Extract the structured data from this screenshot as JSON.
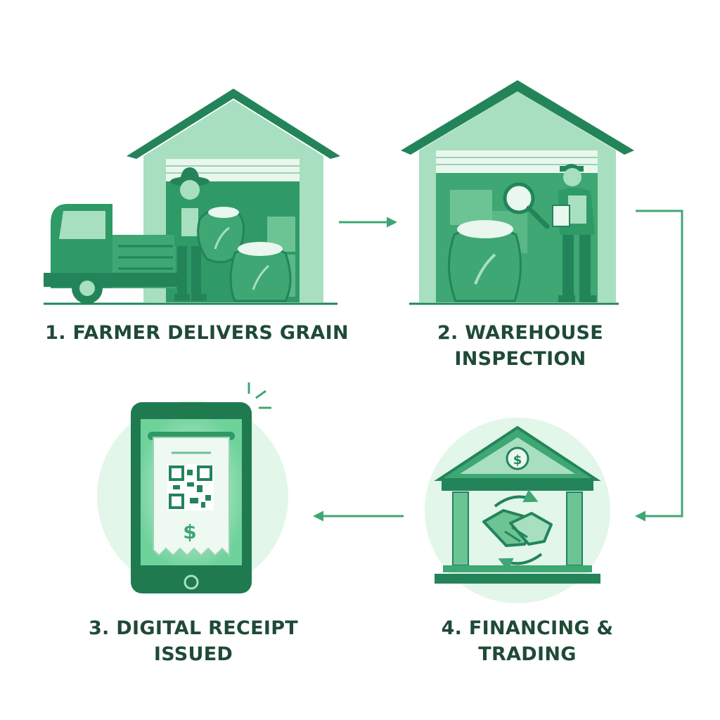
{
  "steps": [
    {
      "id": "farmer-delivers-grain",
      "lines": [
        "1. FARMER DELIVERS GRAIN"
      ]
    },
    {
      "id": "warehouse-inspection",
      "lines": [
        "2. WAREHOUSE",
        "INSPECTION"
      ]
    },
    {
      "id": "digital-receipt-issued",
      "lines": [
        "3. DIGITAL RECEIPT",
        "ISSUED"
      ]
    },
    {
      "id": "financing-trading",
      "lines": [
        "4. FINANCING &",
        "TRADING"
      ]
    }
  ],
  "icons": {
    "receipt_currency": "$",
    "bank_currency": "$"
  },
  "colors": {
    "dark_green": "#23845a",
    "mid_green": "#3ea774",
    "light_green": "#a8dfc0",
    "pale_green": "#e3f6ea",
    "text": "#1f4a36"
  }
}
